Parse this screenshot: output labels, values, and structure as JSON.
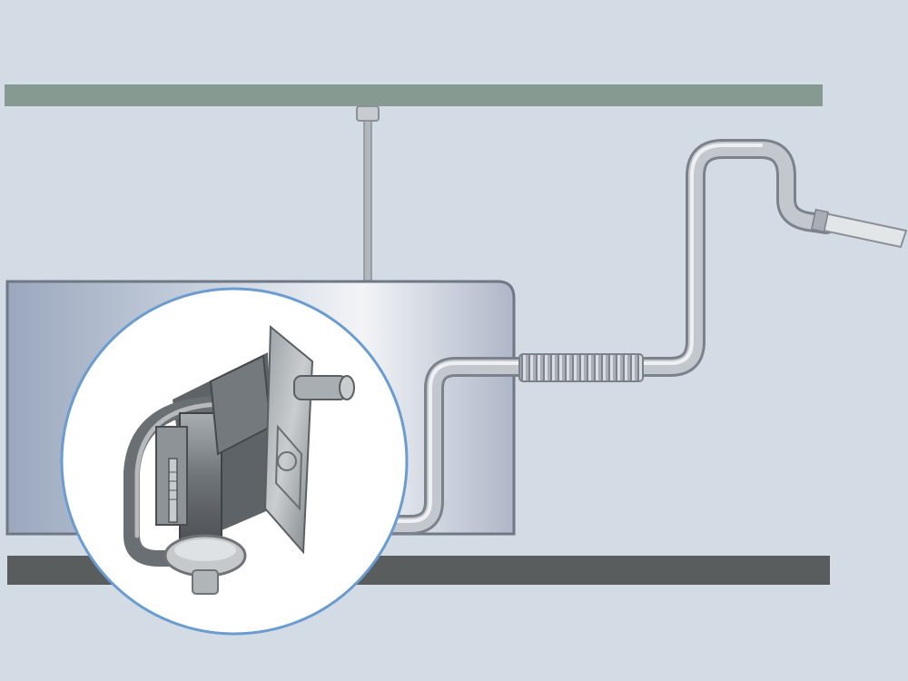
{
  "scene": {
    "description_labels": [],
    "colors": {
      "background": "#d3dce5",
      "ceiling_slab": "#869a91",
      "floor_slab": "#5a5d5e",
      "duct_body": "#b8c2d3",
      "duct_edge": "#6f7884",
      "pipe": "#b9bec6",
      "pipe_edge": "#7c828b",
      "hanger_rod": "#a7adb4",
      "cable": "#e3e6e9",
      "magnifier_border": "#6a9cd0",
      "magnifier_fill": "#ffffff",
      "bracket": "#7f8487"
    },
    "elements": [
      "ceiling-slab",
      "hanger-rod",
      "duct-enclosure",
      "flexible-pipe",
      "corrugated-section",
      "cable-end",
      "floor-slab",
      "detail-magnifier",
      "mounting-bracket"
    ]
  }
}
